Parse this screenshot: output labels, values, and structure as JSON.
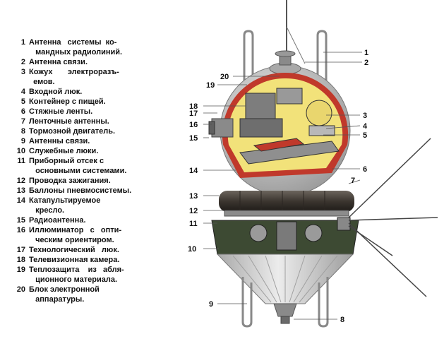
{
  "legend": [
    {
      "num": "1",
      "text": "Антенна   системы  ко-\n   мандных радиолиний."
    },
    {
      "num": "2",
      "text": "Антенна связи."
    },
    {
      "num": "3",
      "text": "Кожух       электроразъ-\n  емов."
    },
    {
      "num": "4",
      "text": "Входной люк."
    },
    {
      "num": "5",
      "text": "Контейнер с пищей."
    },
    {
      "num": "6",
      "text": "Стяжные ленты."
    },
    {
      "num": "7",
      "text": "Ленточные антенны."
    },
    {
      "num": "8",
      "text": "Тормозной двигатель."
    },
    {
      "num": "9",
      "text": "Антенны связи."
    },
    {
      "num": "10",
      "text": "Служебные люки."
    },
    {
      "num": "11",
      "text": "Приборный отсек с\n   основными системами."
    },
    {
      "num": "12",
      "text": "Проводка зажигания."
    },
    {
      "num": "13",
      "text": "Баллоны пневмосистемы."
    },
    {
      "num": "14",
      "text": "Катапультируемое\n   кресло."
    },
    {
      "num": "15",
      "text": "Радиоантенна."
    },
    {
      "num": "16",
      "text": "Иллюминатор   с   опти-\n   ческим ориентиром."
    },
    {
      "num": "17",
      "text": "Технологический   люк."
    },
    {
      "num": "18",
      "text": "Телевизионная камера."
    },
    {
      "num": "19",
      "text": "Теплозащита    из   абля-\n   ционного материала."
    },
    {
      "num": "20",
      "text": "Блок электронной\n   аппаратуры."
    }
  ],
  "callouts": {
    "n1": "1",
    "n2": "2",
    "n3": "3",
    "n4": "4",
    "n5": "5",
    "n6": "6",
    "n7": "7",
    "n8": "8",
    "n9": "9",
    "n10": "10",
    "n11": "11",
    "n12": "12",
    "n13": "13",
    "n14": "14",
    "n15": "15",
    "n16": "16",
    "n17": "17",
    "n18": "18",
    "n19": "19",
    "n20": "20"
  },
  "colors": {
    "hull_red": "#c0392b",
    "cabin_yellow": "#f2e27a",
    "instrument_green": "#3d4a33",
    "cone_grey": "#cfcfcf",
    "tank_dark": "#3f3a35"
  }
}
